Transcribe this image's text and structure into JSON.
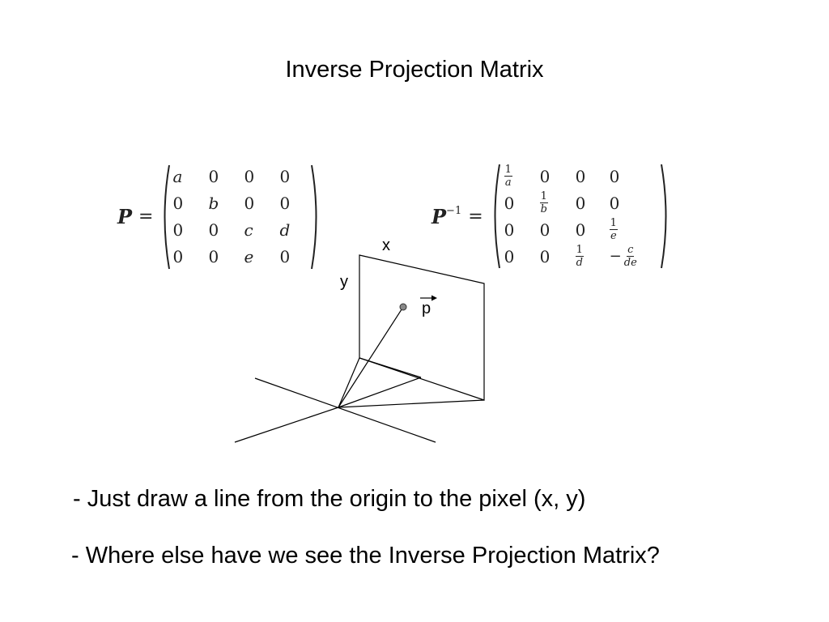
{
  "slide": {
    "title": "Inverse Projection Matrix"
  },
  "matrices": {
    "projection": {
      "lhs_symbol": "P",
      "equals": "=",
      "rows": [
        [
          "a",
          "0",
          "0",
          "0"
        ],
        [
          "0",
          "b",
          "0",
          "0"
        ],
        [
          "0",
          "0",
          "c",
          "d"
        ],
        [
          "0",
          "0",
          "e",
          "0"
        ]
      ]
    },
    "inverse": {
      "lhs_symbol": "P",
      "lhs_superscript": "−1",
      "equals": "=",
      "fractions": {
        "one": "1",
        "a": "a",
        "b": "b",
        "e": "e",
        "d": "d",
        "c": "c",
        "de": "de",
        "minus": "−"
      },
      "zero": "0"
    }
  },
  "diagram": {
    "label_x": "x",
    "label_y": "y",
    "label_p": "p"
  },
  "bullets": [
    "- Just draw a line from the origin to the pixel (x, y)",
    "- Where else have we see the Inverse Projection Matrix?"
  ]
}
